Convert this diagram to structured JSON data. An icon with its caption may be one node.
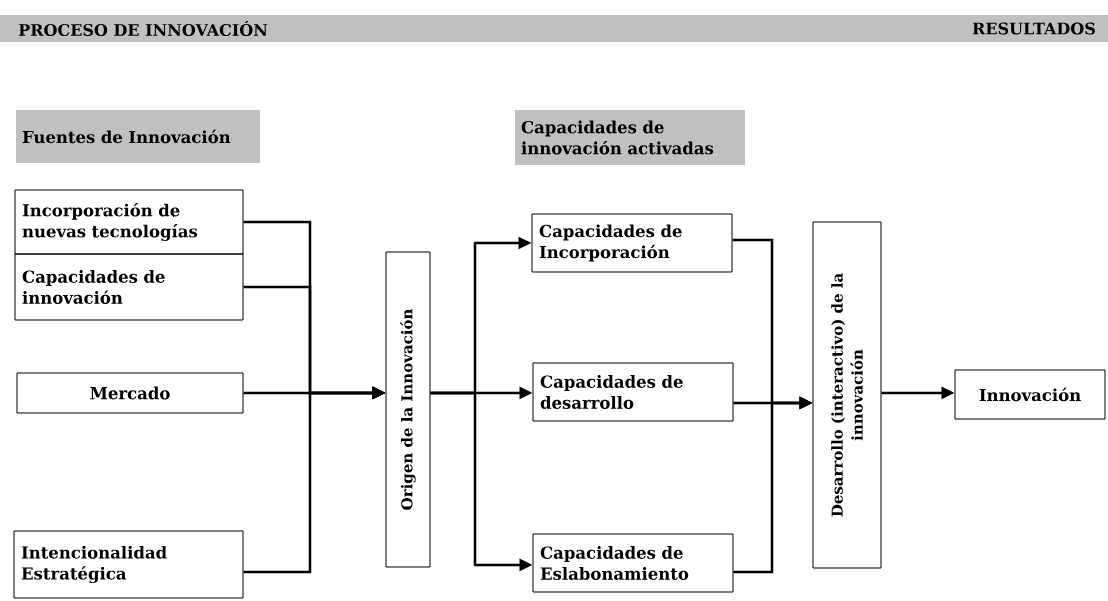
{
  "diagram": {
    "nodes": [
      {
        "text": [
          "PROCESO DE INNOVACIÓN",
          "RESULTADOS"
        ]
      },
      {
        "text": [
          "Fuentes de Innovación"
        ]
      },
      {
        "text": [
          "Capacidades de innovación activadas"
        ]
      },
      {
        "text": [
          "Incorporación de nuevas tecnologías"
        ]
      },
      {
        "text": [
          "Capacidades de innovación"
        ]
      },
      {
        "text": [
          "Mercado"
        ]
      },
      {
        "text": [
          "Intencionalidad Estratégica"
        ]
      },
      {
        "text": [
          "Origen de la Innovación"
        ]
      },
      {
        "text": [
          "Capacidades de Incorporación"
        ]
      },
      {
        "text": [
          "Capacidades de desarrollo"
        ]
      },
      {
        "text": [
          "Capacidades de Eslabonamiento"
        ]
      },
      {
        "text": [
          "Desarrollo (interactivo) de la innovación"
        ]
      },
      {
        "text": [
          "Innovación"
        ]
      }
    ],
    "edges": [
      {
        "from": 3,
        "to": 7,
        "arrow": "to"
      },
      {
        "from": 4,
        "to": 7,
        "arrow": "to"
      },
      {
        "from": 5,
        "to": 7,
        "arrow": "to"
      },
      {
        "from": 6,
        "to": 7,
        "arrow": "to"
      },
      {
        "from": 7,
        "to": 8,
        "arrow": "to"
      },
      {
        "from": 7,
        "to": 9,
        "arrow": "to"
      },
      {
        "from": 7,
        "to": 10,
        "arrow": "to"
      },
      {
        "from": 8,
        "to": 11,
        "arrow": "to"
      },
      {
        "from": 9,
        "to": 11,
        "arrow": "to"
      },
      {
        "from": 10,
        "to": 11,
        "arrow": "to"
      },
      {
        "from": 11,
        "to": 12,
        "arrow": "to"
      }
    ]
  }
}
